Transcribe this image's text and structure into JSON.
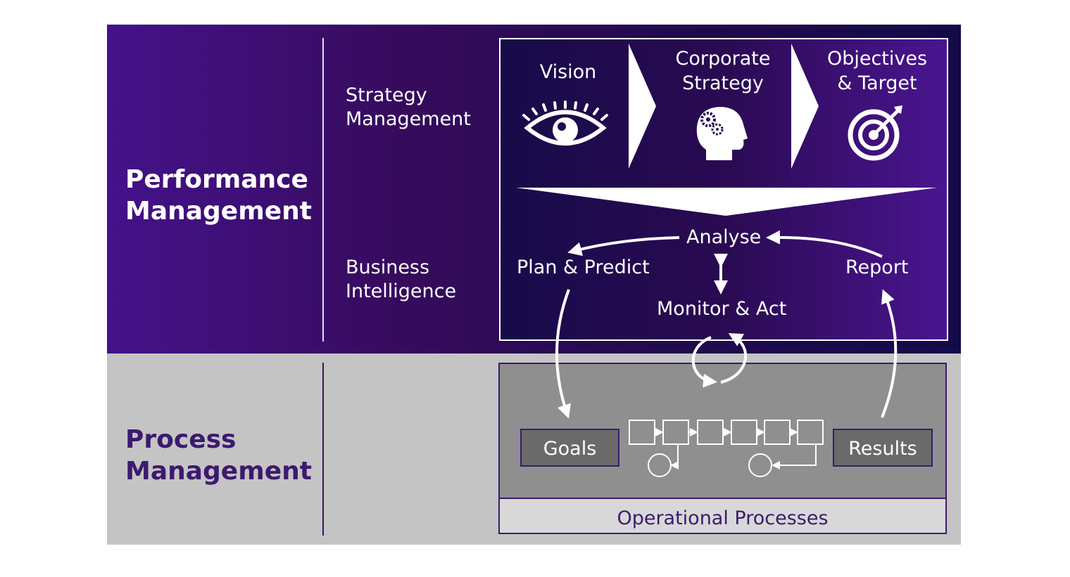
{
  "rows": {
    "performance": "Performance\nManagement",
    "process": "Process\nManagement"
  },
  "sub_labels": {
    "strategy": "Strategy\nManagement",
    "bi": "Business\nIntelligence"
  },
  "strategy_steps": [
    {
      "label": "Vision",
      "icon": "eye-icon"
    },
    {
      "label": "Corporate\nStrategy",
      "icon": "head-gears-icon"
    },
    {
      "label": "Objectives\n& Target",
      "icon": "target-icon"
    }
  ],
  "bi_cycle": {
    "analyse": "Analyse",
    "plan": "Plan & Predict",
    "report": "Report",
    "monitor": "Monitor & Act"
  },
  "process": {
    "goals": "Goals",
    "results": "Results",
    "operational": "Operational Processes"
  },
  "colors": {
    "purple_dark": "#3c1a6e",
    "band_grey": "#c4c4c4",
    "process_grey": "#8f8f8f"
  }
}
